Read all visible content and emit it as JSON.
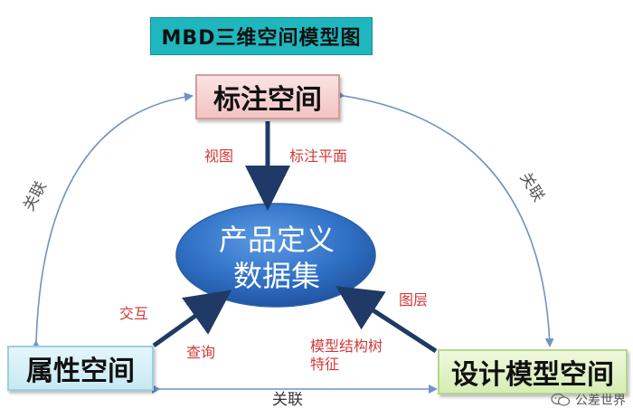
{
  "title": "MBD三维空间模型图",
  "nodes": {
    "annotation_space": "标注空间",
    "center_line1": "产品定义",
    "center_line2": "数据集",
    "attribute_space": "属性空间",
    "design_model_space": "设计模型空间"
  },
  "edge_labels": {
    "view": "视图",
    "annotation_plane": "标注平面",
    "interaction": "交互",
    "query": "查询",
    "layer": "图层",
    "model_tree_line1": "模型结构树",
    "model_tree_line2": "特征",
    "assoc_left": "关联",
    "assoc_right": "关联",
    "assoc_bottom": "关联"
  },
  "watermark": {
    "icon": "wechat-icon",
    "text": "公差世界"
  },
  "colors": {
    "title_bg": "#1fb7bd",
    "annotation_bg": "#f3c3c3",
    "attribute_bg": "#c7e9f4",
    "design_bg": "#d6edb5",
    "ellipse": "#2d6fc2",
    "arrow_dark": "#1f3a66",
    "arrow_light": "#6f93c8",
    "label_red": "#d23a3a"
  }
}
